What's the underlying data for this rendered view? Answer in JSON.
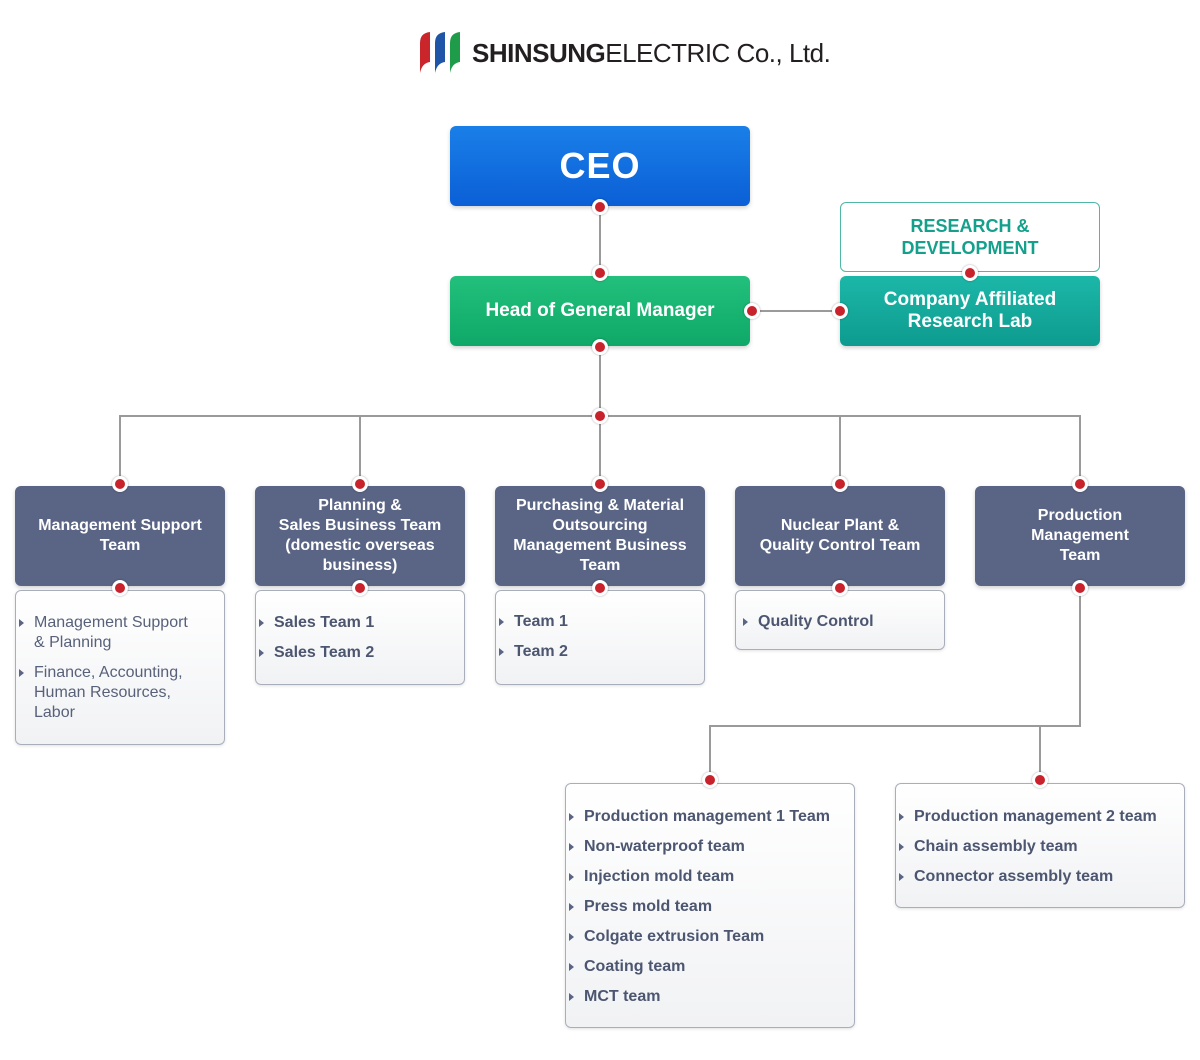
{
  "logo": {
    "text_bold": "SHINSUNG",
    "text_rest": "ELECTRIC Co., Ltd.",
    "colors": [
      "#c9252b",
      "#1e55a6",
      "#1f9c4a"
    ]
  },
  "org": {
    "ceo": "CEO",
    "head": "Head of General Manager",
    "rnd": "RESEARCH &\nDEVELOPMENT",
    "lab": "Company Affiliated\nResearch Lab",
    "departments": [
      {
        "name": "Management Support\nTeam",
        "items": [
          "Management Support\n& Planning",
          "Finance, Accounting,\nHuman Resources,\nLabor"
        ]
      },
      {
        "name": "Planning &\nSales Business Team\n(domestic overseas\nbusiness)",
        "items": [
          "Sales Team 1",
          "Sales Team 2"
        ]
      },
      {
        "name": "Purchasing & Material\nOutsourcing\nManagement Business\nTeam",
        "items": [
          "Team 1",
          "Team 2"
        ]
      },
      {
        "name": "Nuclear Plant &\nQuality Control Team",
        "items": [
          "Quality Control"
        ]
      },
      {
        "name": "Production\nManagement\nTeam",
        "items": []
      }
    ],
    "production_groups": [
      {
        "items": [
          "Production management 1 Team",
          "Non-waterproof team",
          "Injection mold team",
          "Press mold team",
          "Colgate extrusion Team",
          "Coating team",
          "MCT team"
        ]
      },
      {
        "items": [
          "Production management 2 team",
          "Chain assembly team",
          "Connector assembly team"
        ]
      }
    ]
  },
  "colors": {
    "ceo": "#0b6ee0",
    "head": "#16b472",
    "lab": "#14a99b",
    "dept": "#5a6585",
    "dot": "#c8232c",
    "line": "#9a9a9a"
  }
}
